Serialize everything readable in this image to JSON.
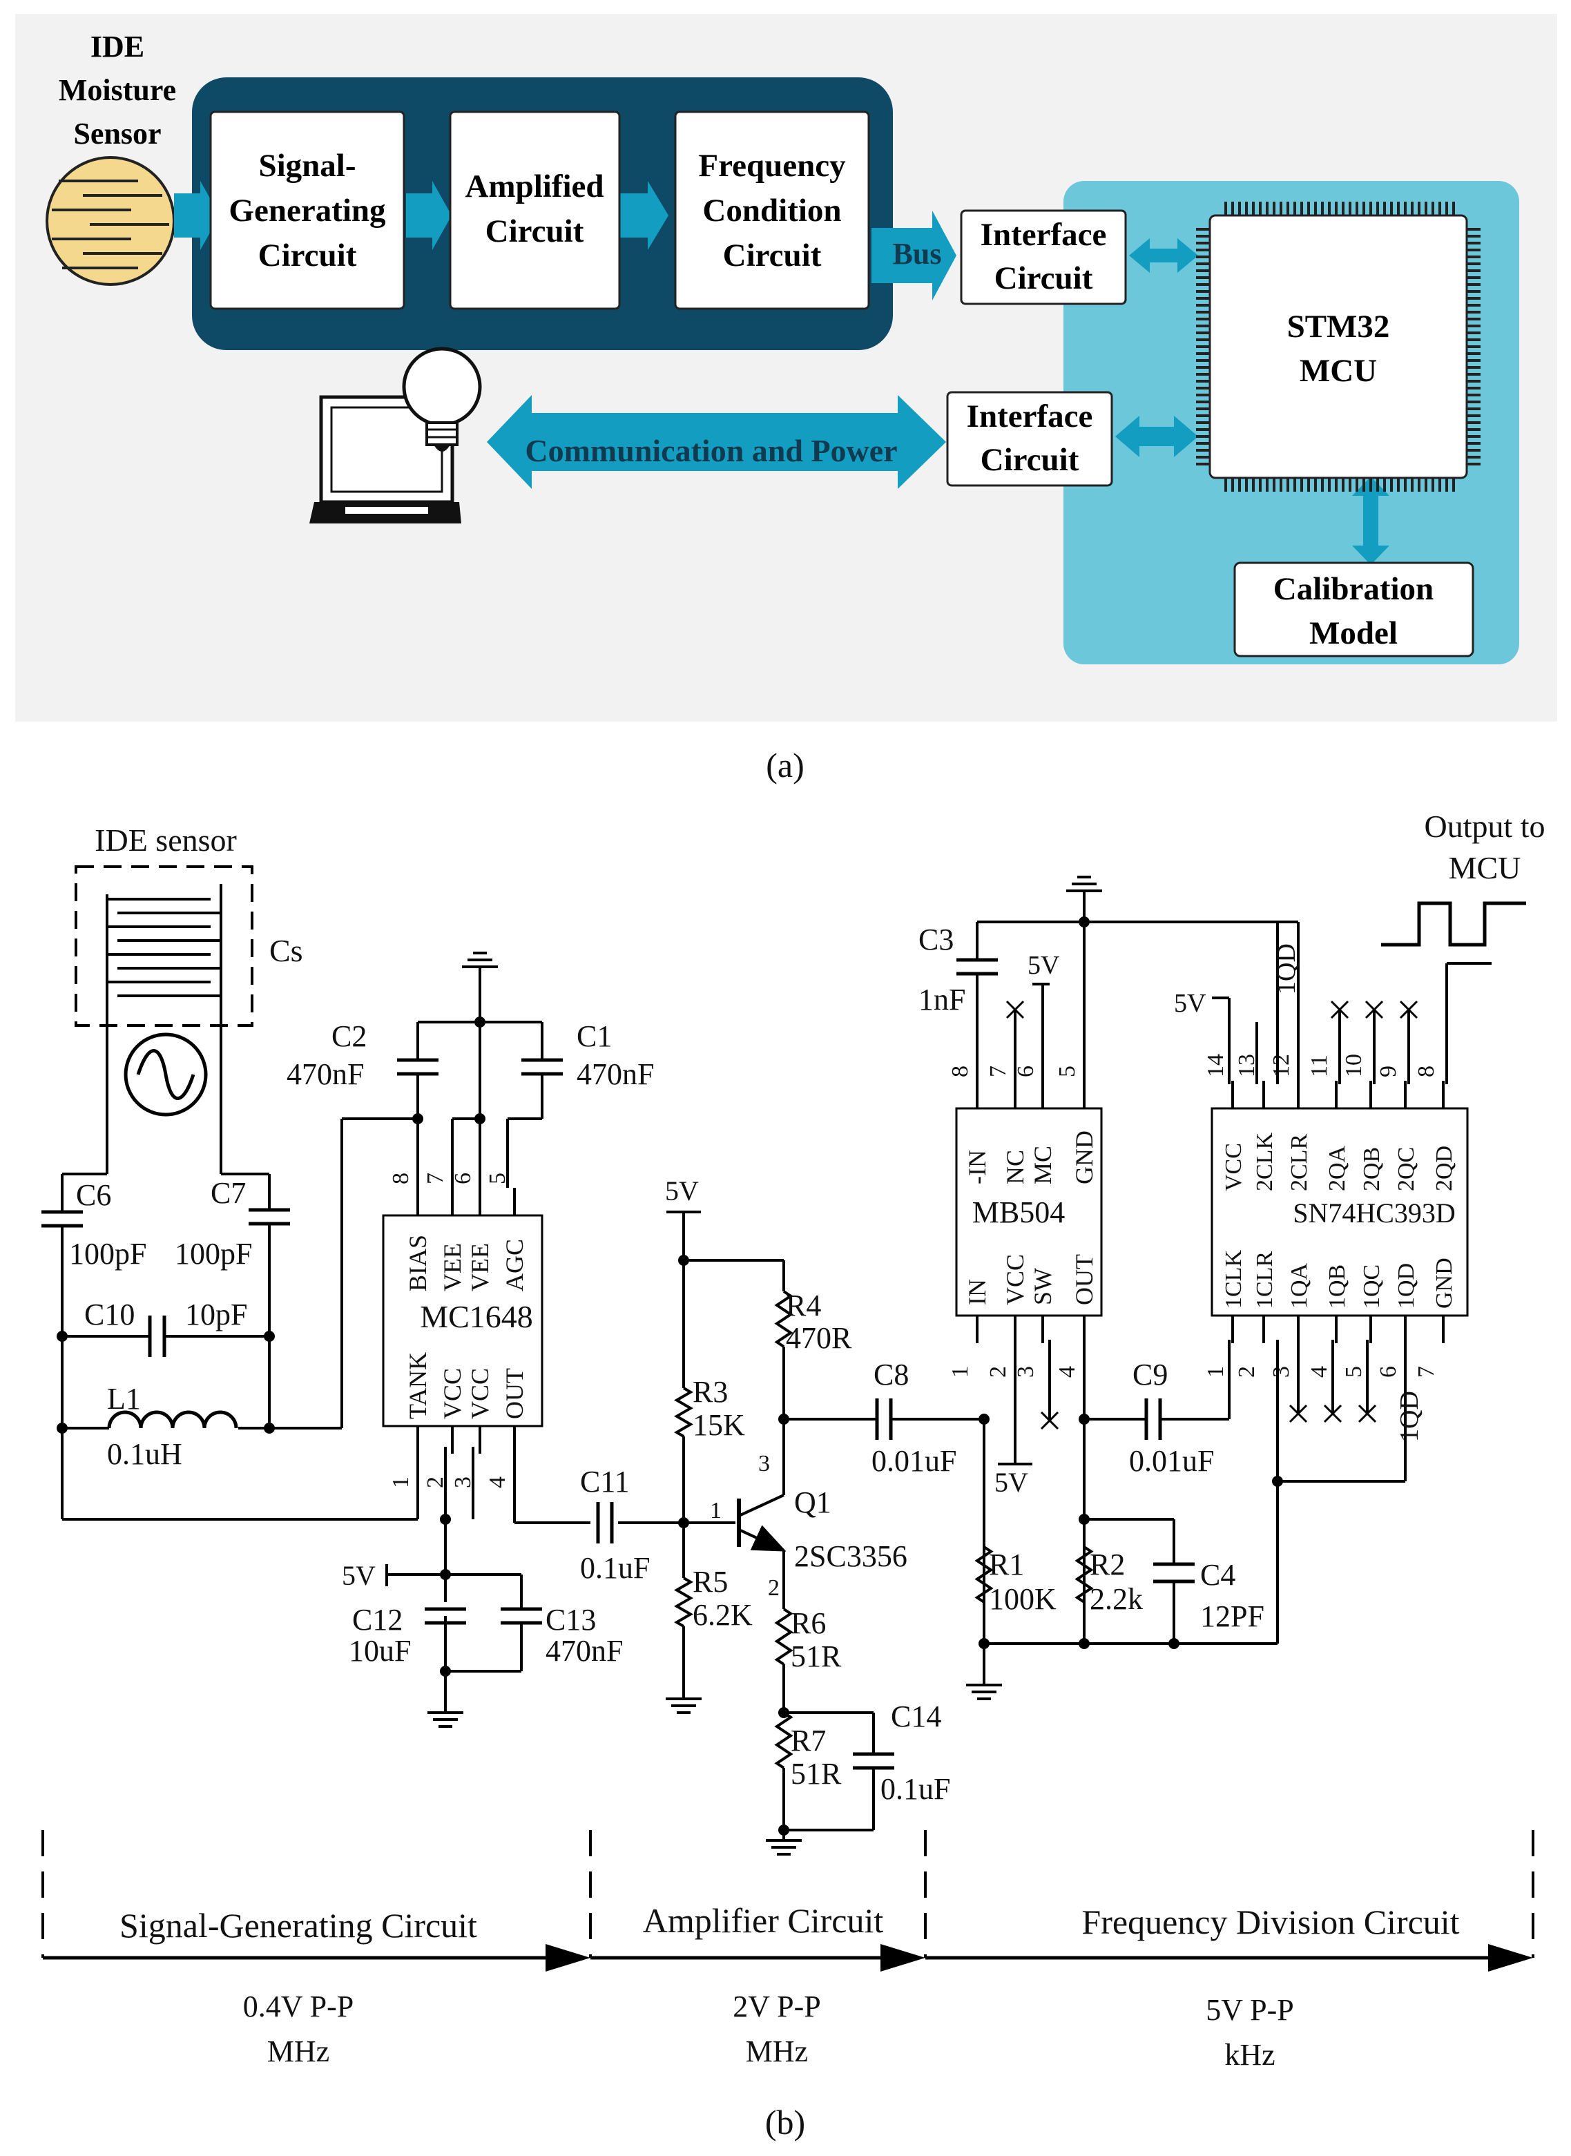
{
  "panel_a": {
    "caption": "(a)",
    "sensor": [
      "IDE",
      "Moisture",
      "Sensor"
    ],
    "signal_generating": [
      "Signal-",
      "Generating",
      "Circuit"
    ],
    "amplified": [
      "Amplified",
      "Circuit"
    ],
    "frequency_condition": [
      "Frequency",
      "Condition",
      "Circuit"
    ],
    "bus": "Bus",
    "interface_top": [
      "Interface",
      "Circuit"
    ],
    "interface_bottom": [
      "Interface",
      "Circuit"
    ],
    "mcu": [
      "STM32",
      "MCU"
    ],
    "calibration": [
      "Calibration",
      "Model"
    ],
    "communication": "Communication and Power",
    "colors": {
      "dark_panel": "#0e4a66",
      "light_panel": "#6cc7da",
      "arrow": "#139dc0",
      "sensor_fill": "#f3d88e",
      "background": "#f2f2f2"
    }
  },
  "panel_b": {
    "caption": "(b)",
    "ide_sensor": "IDE sensor",
    "cs": "Cs",
    "output": [
      "Output to",
      "MCU"
    ],
    "five_v": "5V",
    "components": {
      "c6": [
        "C6",
        "100pF"
      ],
      "c7": [
        "C7",
        "100pF"
      ],
      "c10": [
        "C10",
        "10pF"
      ],
      "l1": [
        "L1",
        "0.1uH"
      ],
      "c2": [
        "C2",
        "470nF"
      ],
      "c1": [
        "C1",
        "470nF"
      ],
      "c11": [
        "C11",
        "0.1uF"
      ],
      "c12": [
        "C12",
        "10uF"
      ],
      "c13": [
        "C13",
        "470nF"
      ],
      "r3": [
        "R3",
        "15K"
      ],
      "r4": [
        "R4",
        "470R"
      ],
      "r5": [
        "R5",
        "6.2K"
      ],
      "r6": [
        "R6",
        "51R"
      ],
      "r7": [
        "R7",
        "51R"
      ],
      "q1": [
        "Q1",
        "2SC3356"
      ],
      "c14": [
        "C14",
        "0.1uF"
      ],
      "c8": [
        "C8",
        "0.01uF"
      ],
      "c9": [
        "C9",
        "0.01uF"
      ],
      "c3": [
        "C3",
        "1nF"
      ],
      "r1": [
        "R1",
        "100K"
      ],
      "r2": [
        "R2",
        "2.2k"
      ],
      "c4": [
        "C4",
        "12PF"
      ]
    },
    "mc1648": {
      "name": "MC1648",
      "top_pins": [
        "BIAS",
        "VEE",
        "VEE",
        "AGC"
      ],
      "bottom_pins": [
        "TANK",
        "VCC",
        "VCC",
        "OUT"
      ],
      "top_nums": [
        "8",
        "7",
        "6",
        "5"
      ],
      "bottom_nums": [
        "1",
        "2",
        "3",
        "4"
      ]
    },
    "mb504": {
      "name": "MB504",
      "top_pins": [
        "-IN",
        "NC",
        "MC",
        "GND"
      ],
      "bottom_pins": [
        "IN",
        "VCC",
        "SW",
        "OUT"
      ],
      "top_nums": [
        "8",
        "7",
        "6",
        "5"
      ],
      "bottom_nums": [
        "1",
        "2",
        "3",
        "4"
      ]
    },
    "sn74": {
      "name": "SN74HC393D",
      "top_pins": [
        "VCC",
        "2CLK",
        "2CLR",
        "2QA",
        "2QB",
        "2QC",
        "2QD"
      ],
      "bottom_pins": [
        "1CLK",
        "1CLR",
        "1QA",
        "1QB",
        "1QC",
        "1QD",
        "GND"
      ],
      "top_nums": [
        "14",
        "13",
        "12",
        "11",
        "10",
        "9",
        "8"
      ],
      "bottom_nums": [
        "1",
        "2",
        "3",
        "4",
        "5",
        "6",
        "7"
      ],
      "net_1qd": "1QD"
    },
    "q1_pins": [
      "1",
      "2",
      "3"
    ],
    "sections": [
      {
        "name": "Signal-Generating Circuit",
        "amplitude": "0.4V P-P",
        "freq": "MHz"
      },
      {
        "name": "Amplifier Circuit",
        "amplitude": "2V P-P",
        "freq": "MHz"
      },
      {
        "name": "Frequency Division Circuit",
        "amplitude": "5V P-P",
        "freq": "kHz"
      }
    ]
  }
}
